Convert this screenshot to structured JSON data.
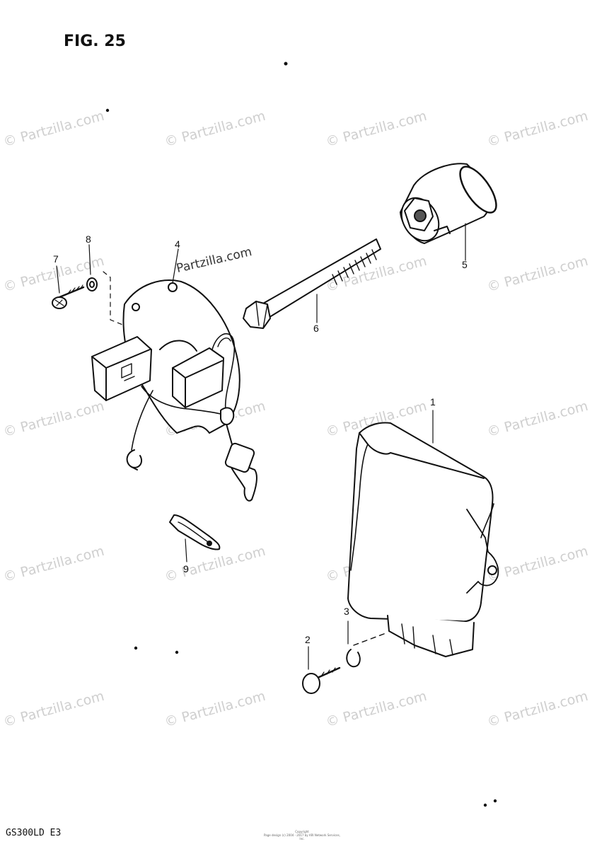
{
  "figure": {
    "title": "FIG. 25",
    "model": "GS300LD  E3"
  },
  "copyright_lines": [
    "Copyright",
    "Page design (c) 2004 - 2017 by ARI Network Services, Inc."
  ],
  "watermark": {
    "text": "© Partzilla.com",
    "color": "#cfcfcf"
  },
  "feature_watermark": "Partzilla.com",
  "callouts": [
    {
      "number": "1",
      "part": "control-unit"
    },
    {
      "number": "2",
      "part": "screw"
    },
    {
      "number": "3",
      "part": "washer"
    },
    {
      "number": "4",
      "part": "pickup-coil-assembly"
    },
    {
      "number": "5",
      "part": "rotor"
    },
    {
      "number": "6",
      "part": "bolt"
    },
    {
      "number": "7",
      "part": "screw"
    },
    {
      "number": "8",
      "part": "washer"
    },
    {
      "number": "9",
      "part": "clamp"
    }
  ]
}
